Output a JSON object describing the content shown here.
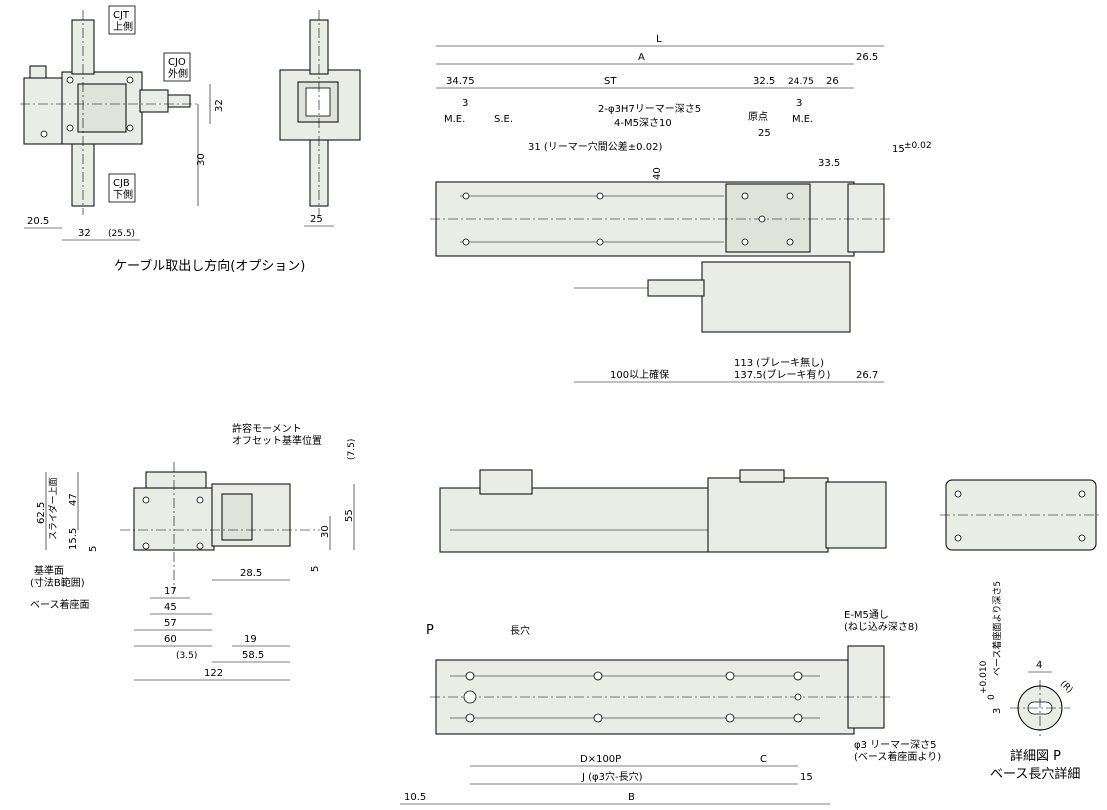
{
  "cable_option": {
    "caption": "ケーブル取出し方向(オプション)",
    "cjt_code": "CJT",
    "cjt_label": "上側",
    "cjo_code": "CJO",
    "cjo_label": "外側",
    "cjb_code": "CJB",
    "cjb_label": "下側",
    "dim_32_v": "32",
    "dim_30": "30",
    "dim_20_5": "20.5",
    "dim_32_h": "32",
    "dim_25_5": "(25.5)",
    "dim_25": "25"
  },
  "top_view": {
    "dim_L": "L",
    "dim_A": "A",
    "dim_26_5": "26.5",
    "dim_34_75": "34.75",
    "dim_ST": "ST",
    "dim_32_5": "32.5",
    "dim_24_75": "24.75",
    "dim_26": "26",
    "dim_3_left": "3",
    "me_left": "M.E.",
    "se": "S.E.",
    "reamer": "2-φ3H7リーマー深さ5",
    "m5": "4-M5深さ10",
    "origin": "原点",
    "dim_3_right": "3",
    "me_right": "M.E.",
    "dim_25": "25",
    "pitch": "31 (リーマー穴間公差±0.02)",
    "dim_33_5": "33.5",
    "dim_15": "15",
    "dim_15_tol": "±0.02",
    "dim_40": "40",
    "dim_100": "100以上確保",
    "motor_no_brake": "113 (ブレーキ無し)",
    "motor_brake": "137.5(ブレーキ有り)",
    "dim_26_7": "26.7"
  },
  "side_view": {
    "moment_1": "許容モーメント",
    "moment_2": "オフセット基準位置",
    "dim_7_5": "(7.5)",
    "dim_62_5": "62.5",
    "slider_top": "スライダー上面",
    "dim_47": "47",
    "dim_15_5": "15.5",
    "dim_5_left": "5",
    "dim_55": "55",
    "dim_30": "30",
    "dim_5_right": "5",
    "ref_1": "基準面",
    "ref_2": "(寸法B範囲)",
    "base_face": "ベース着座面",
    "dim_28_5": "28.5",
    "dim_17": "17",
    "dim_45": "45",
    "dim_57": "57",
    "dim_60": "60",
    "dim_19": "19",
    "dim_3_5": "(3.5)",
    "dim_58_5": "58.5",
    "dim_122": "122"
  },
  "bottom_view": {
    "label_P": "P",
    "slot": "長穴",
    "e_m5_1": "E-M5通し",
    "e_m5_2": "(ねじ込み深さ8)",
    "phi3_1": "φ3 リーマー深さ5",
    "phi3_2": "(ベース着座面より)",
    "dim_D": "D×100P",
    "dim_C": "C",
    "dim_J": "J (φ3穴-長穴)",
    "dim_15": "15",
    "dim_10_5": "10.5",
    "dim_B": "B"
  },
  "detail_P": {
    "depth": "ベース着座面より深さ5",
    "dim_3": "3",
    "tol_upper": "+0.010",
    "tol_lower": "0",
    "dim_4": "4",
    "radius": "(R)",
    "title_1": "詳細図 P",
    "title_2": "ベース長穴詳細"
  }
}
